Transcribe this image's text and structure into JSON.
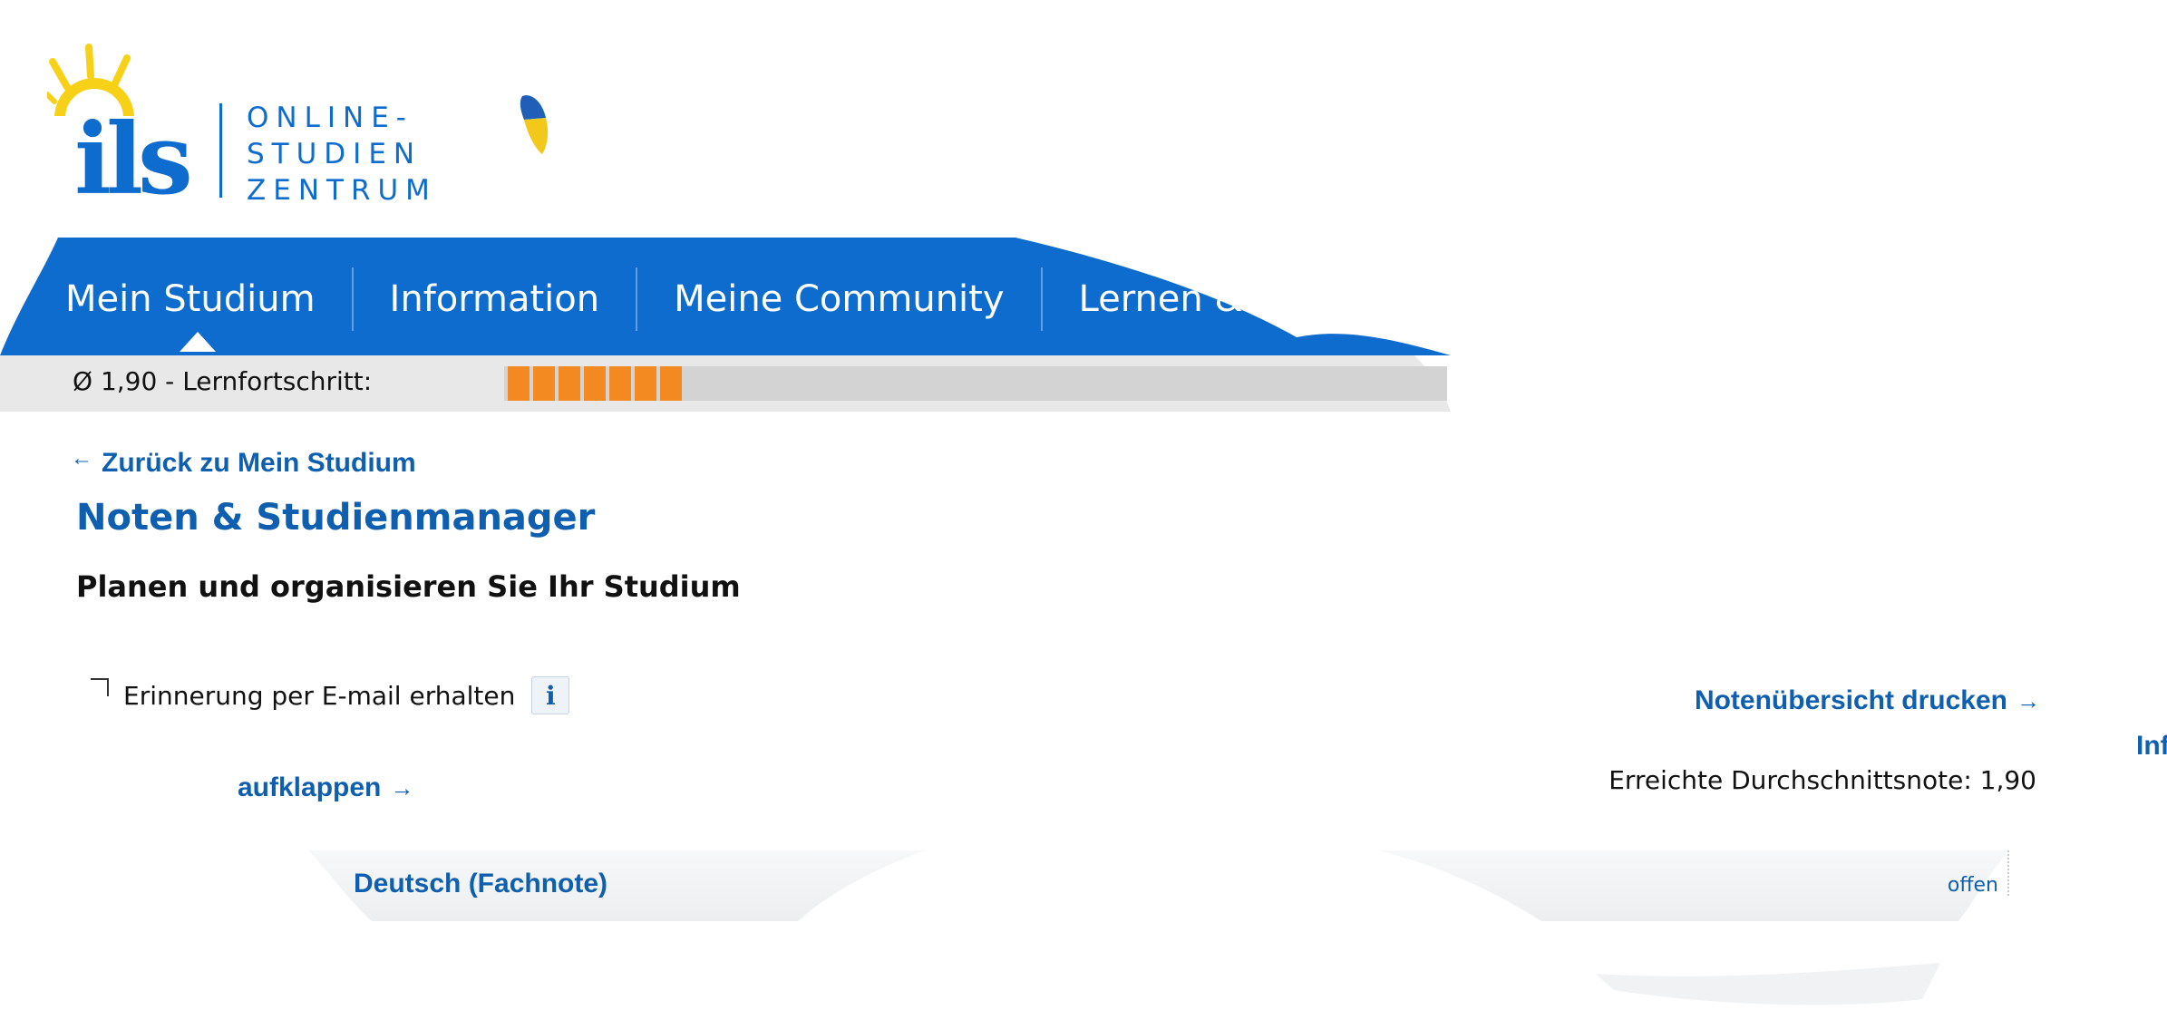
{
  "brand": {
    "logo_letters": "ils",
    "logo_lines": [
      "ONLINE-",
      "STUDIEN",
      "ZENTRUM"
    ],
    "primary_color": "#0f6ccf",
    "sun_color": "#f7d117"
  },
  "nav": {
    "items": [
      {
        "label": "Mein Studium",
        "active": true
      },
      {
        "label": "Information",
        "active": false
      },
      {
        "label": "Meine Community",
        "active": false
      },
      {
        "label": "Lernen & Karri",
        "active": false
      }
    ],
    "background_color": "#0f6ccf"
  },
  "progress": {
    "label": "Ø 1,90 - Lernfortschritt:",
    "completed_segments": 7,
    "segment_color": "#f28a21",
    "track_color": "#d3d3d3"
  },
  "content": {
    "back_link": "Zurück zu Mein Studium",
    "back_arrow": "←",
    "title": "Noten & Studienmanager",
    "subtitle": "Planen und organisieren Sie Ihr Studium",
    "reminder_label": "Erinnerung per E-mail erhalten",
    "info_button": "i",
    "print_link": "Notenübersicht drucken",
    "link_arrow": "→",
    "edge_text": "Inf",
    "average_grade": "Erreichte Durchschnittsnote: 1,90",
    "expand_link": "aufklappen"
  },
  "subjects": [
    {
      "name": "Deutsch (Fachnote)",
      "status": "offen"
    }
  ]
}
